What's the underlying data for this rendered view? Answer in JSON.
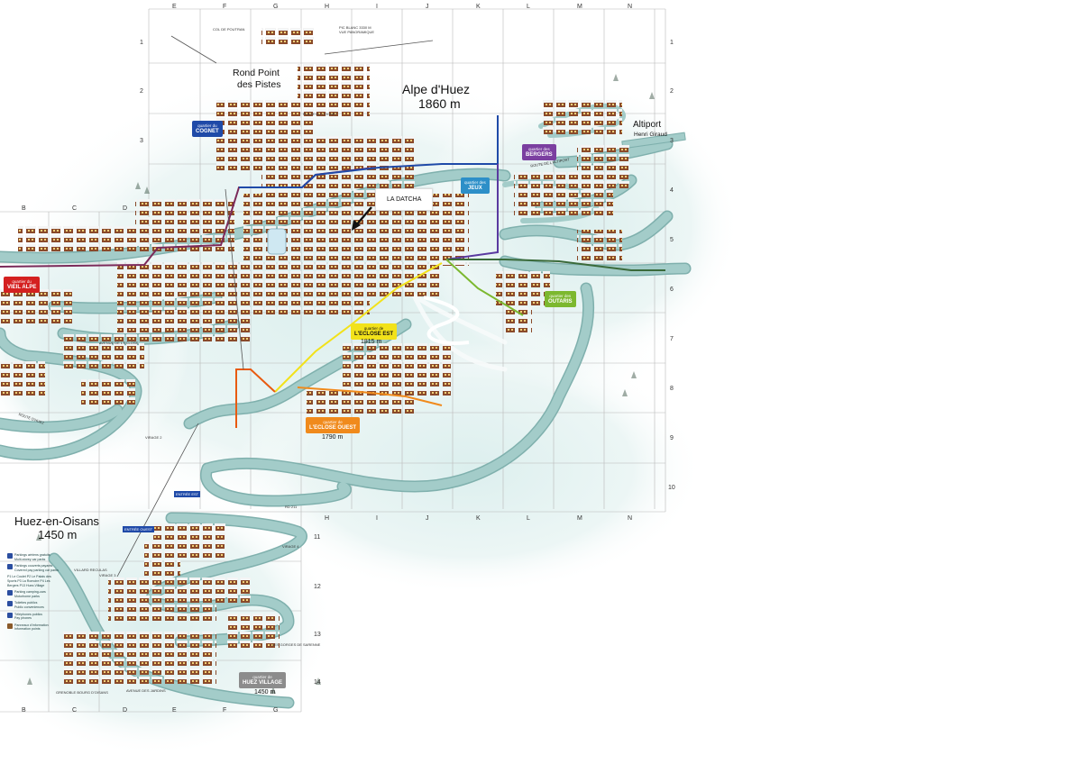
{
  "map": {
    "grid_columns_top": [
      "E",
      "F",
      "G",
      "H",
      "I",
      "J",
      "K",
      "L",
      "M",
      "N"
    ],
    "grid_columns_bottom": [
      "B",
      "C",
      "D",
      "E",
      "F",
      "G"
    ],
    "grid_columns_middle": [
      "H",
      "I",
      "J",
      "K",
      "L",
      "M",
      "N"
    ],
    "grid_columns_left": [
      "B",
      "C",
      "D"
    ],
    "grid_rows_right": [
      "1",
      "2",
      "3",
      "4",
      "5",
      "6",
      "7",
      "8",
      "9",
      "10"
    ],
    "grid_rows_left": [
      "1",
      "2",
      "3"
    ],
    "grid_rows_bottom": [
      "11",
      "12",
      "13",
      "14"
    ],
    "places": {
      "alpe_name": "Alpe d'Huez",
      "alpe_alt": "1860 m",
      "rond_point_1": "Rond Point",
      "rond_point_2": "des Pistes",
      "altiport_name": "Altiport",
      "altiport_sub": "Henri Giraud",
      "huez_name": "Huez-en-Oisans",
      "huez_alt": "1450 m",
      "eclose_est_alt": "1815 m",
      "eclose_ouest_alt": "1790 m",
      "huez_village_alt": "1450 m"
    },
    "callout": "LA DATCHA",
    "quarters": [
      {
        "label": "COGNET",
        "sub": "quartier du",
        "color": "#1f4aa8"
      },
      {
        "label": "BERGERS",
        "sub": "quartier des",
        "color": "#7b3fa0"
      },
      {
        "label": "JEUX",
        "sub": "quartier des",
        "color": "#2d8fc8"
      },
      {
        "label": "VIEIL ALPE",
        "sub": "quartier du",
        "color": "#d42020"
      },
      {
        "label": "OUTARIS",
        "sub": "quartier des",
        "color": "#7cb82f"
      },
      {
        "label": "L'ECLOSE EST",
        "sub": "quartier de",
        "color": "#f2e21a"
      },
      {
        "label": "L'ECLOSE OUEST",
        "sub": "quartier de",
        "color": "#f08a1c"
      },
      {
        "label": "HUEZ VILLAGE",
        "sub": "quartier de",
        "color": "#8c8c8c"
      }
    ],
    "small_labels": {
      "col": "COL DE POUTRAN",
      "pic": "PIC BLANC 3330 M",
      "vue": "VUE PANORAMIQUE",
      "entree_est": "ENTRÉE EST",
      "entree_ouest": "ENTRÉE OUEST",
      "rd": "RD 211",
      "virage2": "VIRAGE 2",
      "virage3": "VIRAGE 3",
      "virage4": "VIRAGE 4",
      "villard": "VILLARD RECULAS",
      "grenoble": "GRENOBLE BOURG D'OISANS",
      "gorges": "LES GORGES DE SARENNE",
      "place": "PLACE DU COGNET",
      "avenue_eclose": "AVENUE DE L'ECLOSE",
      "avenue_jardins": "AVENUE DES JARDINS",
      "route_huez": "ROUTE D'HUEZ",
      "route_altiport": "ROUTE DE L'ALTIPORT"
    },
    "legend": [
      {
        "title": "Parkings aériens gratuits",
        "sub": "Multi-storey car parks"
      },
      {
        "title": "Parkings couverts payants",
        "sub": "Covered pay parking car parks"
      },
      {
        "title": "P1 Le Coulet  P2 Le Palais des Sports  P3 La Romoire  P4 Les Bergers  P13 Huez-Village",
        "sub": ""
      },
      {
        "title": "Parking camping-cars",
        "sub": "Motorhome parks"
      },
      {
        "title": "Toilettes publics",
        "sub": "Public conveniences"
      },
      {
        "title": "Téléphones publics",
        "sub": "Pay phones"
      },
      {
        "title": "Panneaux d'information",
        "sub": "Information points"
      }
    ],
    "colors": {
      "snow": "#e4f1f0",
      "road": "#a3ccc9",
      "road_edge": "#7fb0ad",
      "grid": "#b8b8b8",
      "house": "#8a4a2a",
      "roof": "#f4f4f4",
      "arrow": "#111111"
    }
  }
}
